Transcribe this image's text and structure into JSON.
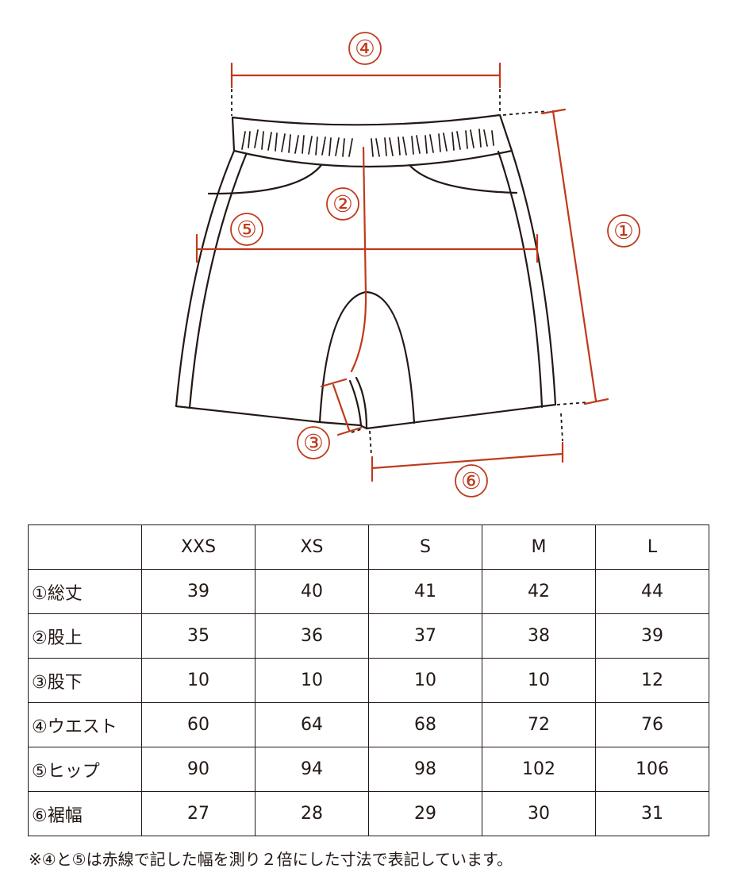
{
  "diagram": {
    "markers": {
      "total_length": "①",
      "rise": "②",
      "inseam": "③",
      "waist": "④",
      "hip": "⑤",
      "hem_width": "⑥"
    },
    "colors": {
      "outline": "#231815",
      "measure": "#c0391b"
    }
  },
  "table": {
    "headers": [
      "",
      "XXS",
      "XS",
      "S",
      "M",
      "L"
    ],
    "rows": [
      {
        "label": "①総丈",
        "values": [
          "39",
          "40",
          "41",
          "42",
          "44"
        ]
      },
      {
        "label": "②股上",
        "values": [
          "35",
          "36",
          "37",
          "38",
          "39"
        ]
      },
      {
        "label": "③股下",
        "values": [
          "10",
          "10",
          "10",
          "10",
          "12"
        ]
      },
      {
        "label": "④ウエスト",
        "values": [
          "60",
          "64",
          "68",
          "72",
          "76"
        ]
      },
      {
        "label": "⑤ヒップ",
        "values": [
          "90",
          "94",
          "98",
          "102",
          "106"
        ]
      },
      {
        "label": "⑥裾幅",
        "values": [
          "27",
          "28",
          "29",
          "30",
          "31"
        ]
      }
    ]
  },
  "footnote": "※④と⑤は赤線で記した幅を測り２倍にした寸法で表記しています。"
}
